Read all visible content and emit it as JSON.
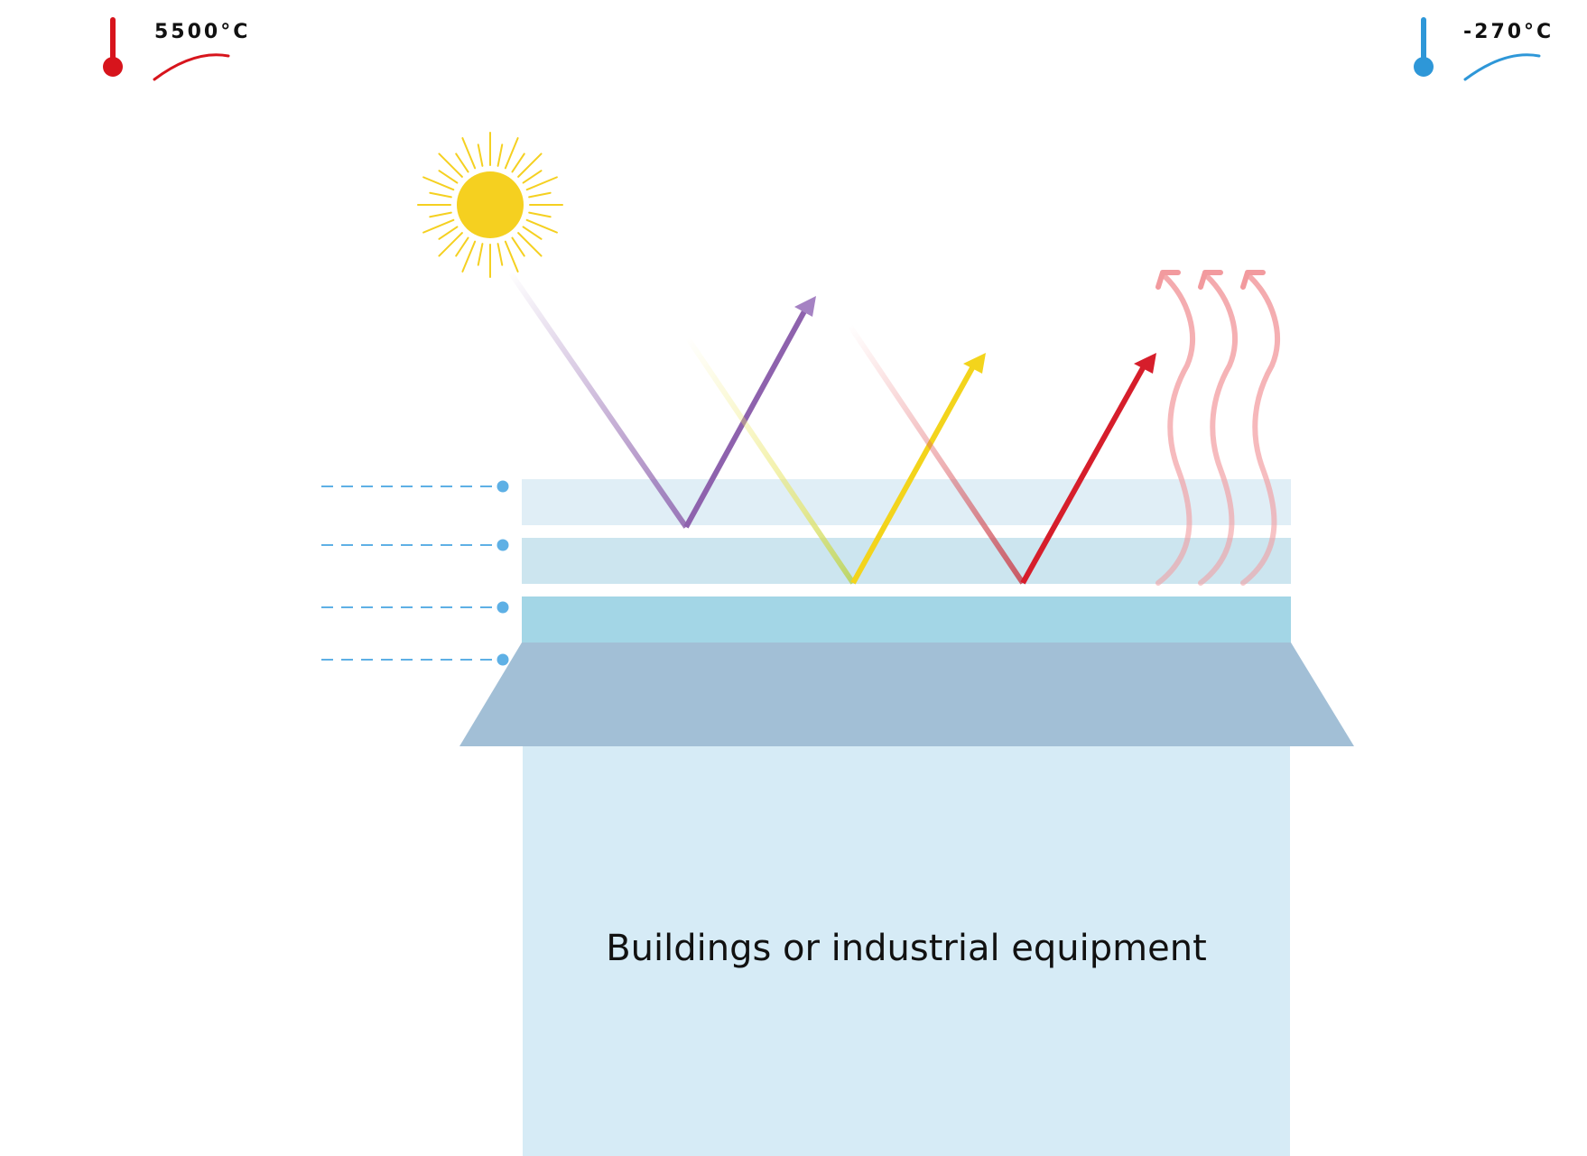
{
  "hot_label": "5500°C",
  "cold_label": "-270°C",
  "building_label": "Buildings or industrial equipment",
  "colors": {
    "hot": "#d7141c",
    "cold": "#2e97d8",
    "sun": "#f5d020",
    "violet_ray": "#8e62ad",
    "yellow_ray": "#f3d41c",
    "red_ray": "#d61e2b",
    "heat_wave": "#f2a8aa",
    "layer_top": "#e0eef6",
    "layer_mid": "#cce5ef",
    "layer_base": "#a3d6e6",
    "roof": "#a2bfd6",
    "building": "#d6ebf6",
    "leader": "#5eb0e5"
  }
}
